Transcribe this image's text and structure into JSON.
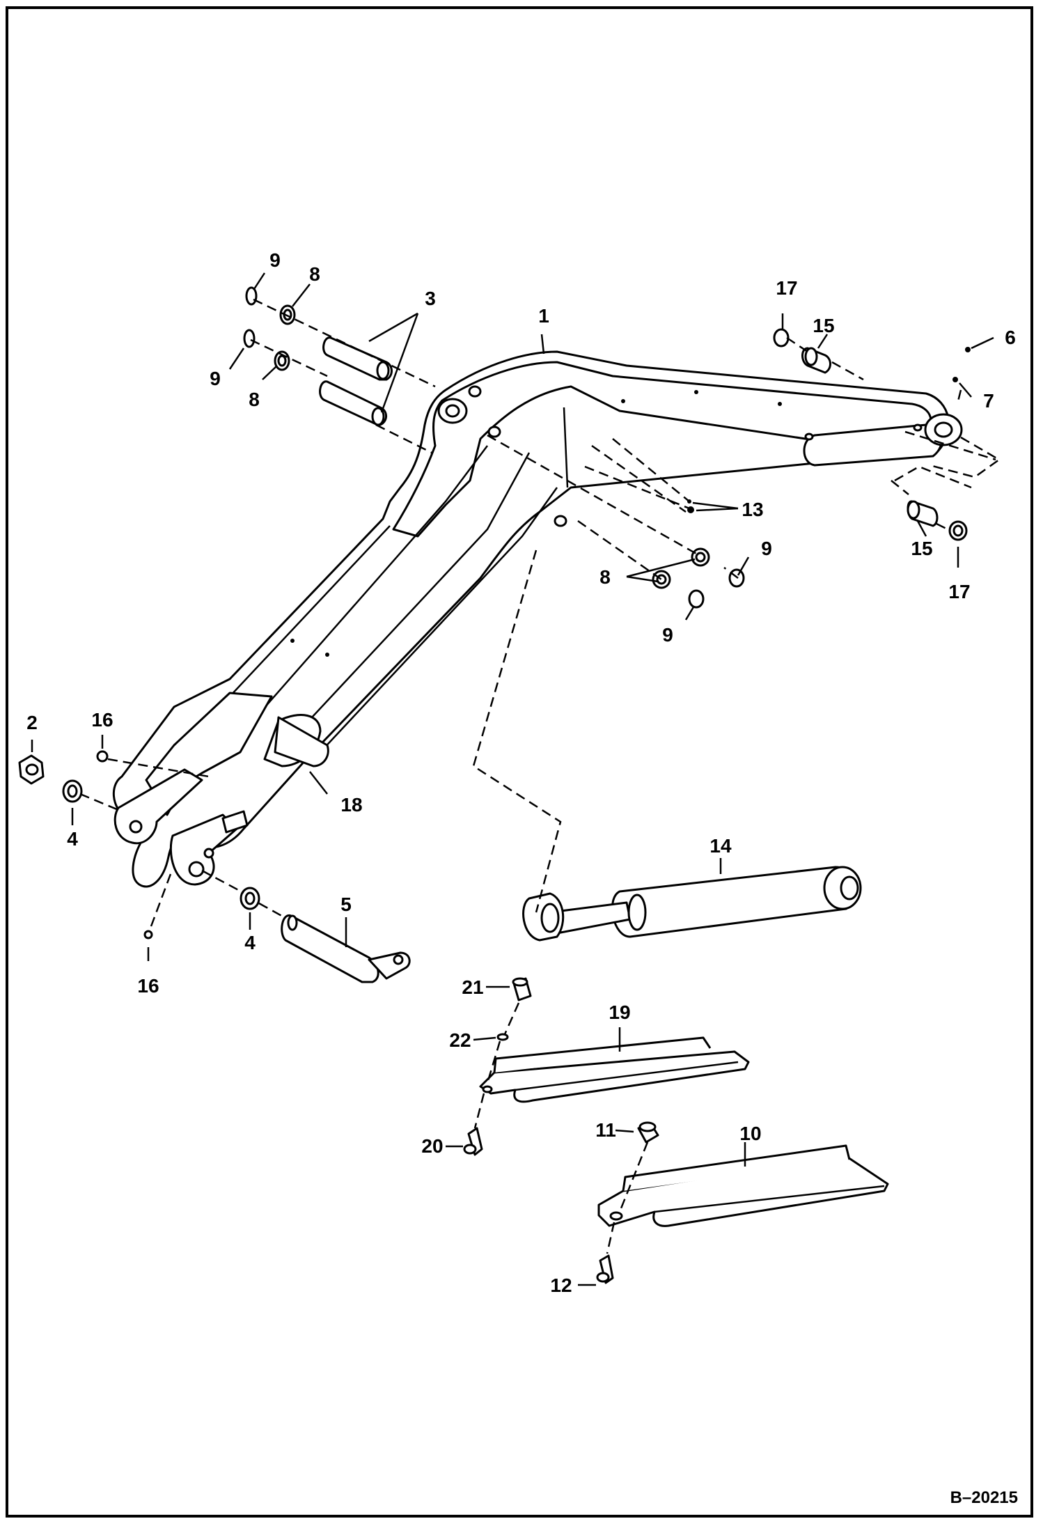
{
  "figure_code": "B–20215",
  "callouts": [
    {
      "id": "c1",
      "text": "1"
    },
    {
      "id": "c2",
      "text": "2"
    },
    {
      "id": "c3",
      "text": "3"
    },
    {
      "id": "c4a",
      "text": "4"
    },
    {
      "id": "c4b",
      "text": "4"
    },
    {
      "id": "c5",
      "text": "5"
    },
    {
      "id": "c6",
      "text": "6"
    },
    {
      "id": "c7",
      "text": "7"
    },
    {
      "id": "c8a",
      "text": "8"
    },
    {
      "id": "c8b",
      "text": "8"
    },
    {
      "id": "c8c",
      "text": "8"
    },
    {
      "id": "c9a",
      "text": "9"
    },
    {
      "id": "c9b",
      "text": "9"
    },
    {
      "id": "c9c",
      "text": "9"
    },
    {
      "id": "c9d",
      "text": "9"
    },
    {
      "id": "c10",
      "text": "10"
    },
    {
      "id": "c11",
      "text": "11"
    },
    {
      "id": "c12",
      "text": "12"
    },
    {
      "id": "c13",
      "text": "13"
    },
    {
      "id": "c14",
      "text": "14"
    },
    {
      "id": "c15a",
      "text": "15"
    },
    {
      "id": "c15b",
      "text": "15"
    },
    {
      "id": "c16a",
      "text": "16"
    },
    {
      "id": "c16b",
      "text": "16"
    },
    {
      "id": "c17a",
      "text": "17"
    },
    {
      "id": "c17b",
      "text": "17"
    },
    {
      "id": "c18",
      "text": "18"
    },
    {
      "id": "c19",
      "text": "19"
    },
    {
      "id": "c20",
      "text": "20"
    },
    {
      "id": "c21",
      "text": "21"
    },
    {
      "id": "c22",
      "text": "22"
    }
  ]
}
